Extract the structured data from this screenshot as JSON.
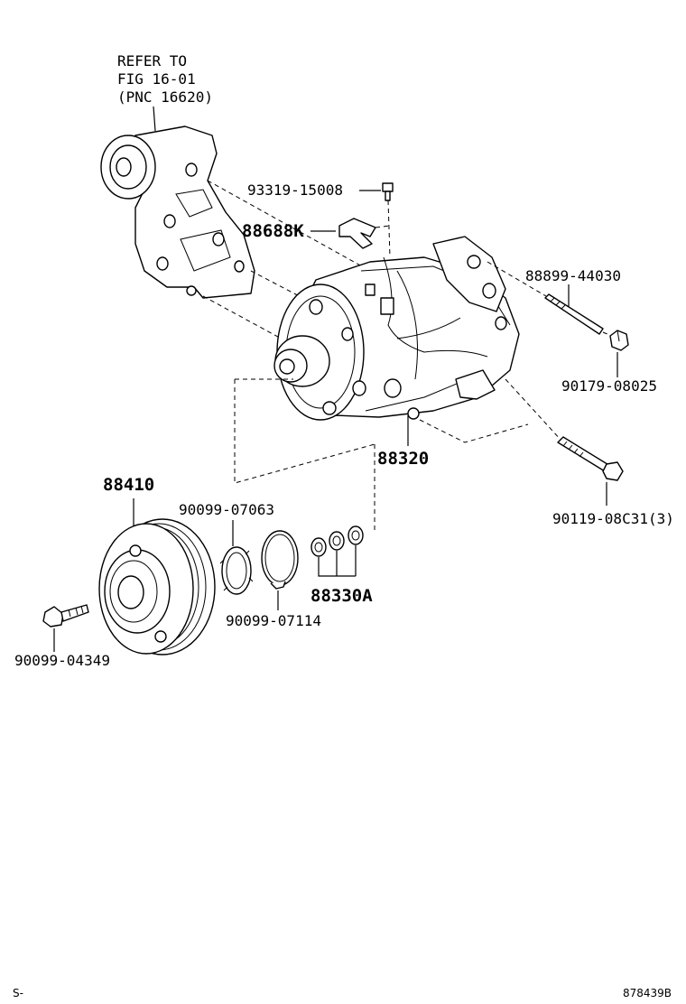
{
  "refer_note": [
    "REFER TO",
    "FIG 16-01",
    "(PNC 16620)"
  ],
  "callouts": {
    "bolt_top": "93319-15008",
    "bracket_clip": "88688K",
    "stud_bolt": "88899-44030",
    "nut": "90179-08025",
    "compressor": "88320",
    "mount_bolt": "90119-08C31(3)",
    "clutch_pulley": "88410",
    "snap_ring_small": "90099-07063",
    "snap_ring_large": "90099-07114",
    "shim_set": "88330A",
    "hub_bolt": "90099-04349"
  },
  "footer": {
    "left_mark": "S-",
    "figure_id": "878439B"
  }
}
